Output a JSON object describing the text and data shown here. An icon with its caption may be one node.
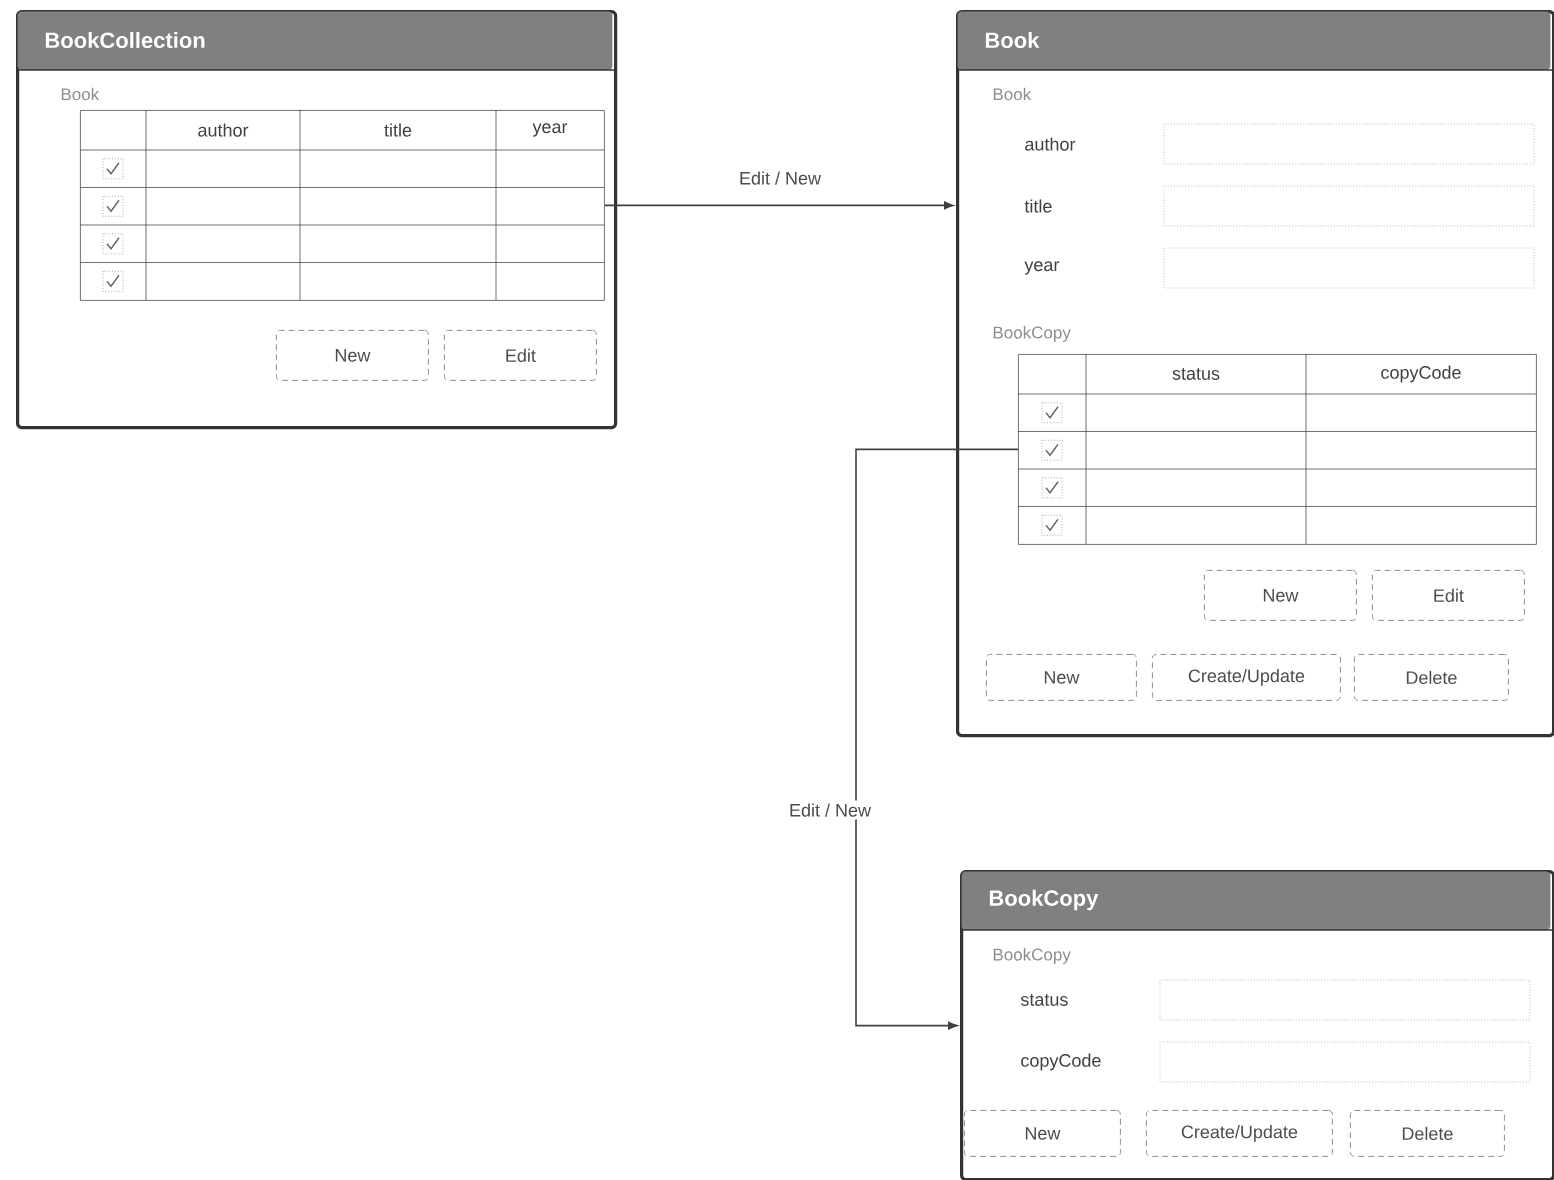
{
  "diagram": {
    "nodes": [
      {
        "text": [
          "BookCollection"
        ]
      },
      {
        "text": [
          "author",
          "title",
          "year"
        ],
        "in": 0
      },
      {
        "text": [
          "New"
        ],
        "in": 0
      },
      {
        "text": [
          "Edit"
        ],
        "in": 0
      },
      {
        "text": [
          "Book"
        ]
      },
      {
        "text": [
          "status",
          "copyCode"
        ],
        "in": 4
      },
      {
        "text": [
          "New"
        ],
        "in": 4
      },
      {
        "text": [
          "Edit"
        ],
        "in": 4
      },
      {
        "text": [
          "New"
        ],
        "in": 4
      },
      {
        "text": [
          "Create/Update"
        ],
        "in": 4
      },
      {
        "text": [
          "Delete"
        ],
        "in": 4
      },
      {
        "text": [
          "BookCopy"
        ]
      },
      {
        "text": [
          "New"
        ],
        "in": 11
      },
      {
        "text": [
          "Create/Update"
        ],
        "in": 11
      },
      {
        "text": [
          "Delete"
        ],
        "in": 11
      }
    ],
    "edges": [
      {
        "from": 1,
        "to": 4,
        "arrow": "to",
        "label": "Edit / New"
      },
      {
        "from": 5,
        "to": 11,
        "arrow": "to",
        "label": "Edit / New"
      }
    ],
    "labels": [
      "Book",
      "Book",
      "author",
      "title",
      "year",
      "BookCopy",
      "BookCopy",
      "status",
      "copyCode"
    ]
  }
}
